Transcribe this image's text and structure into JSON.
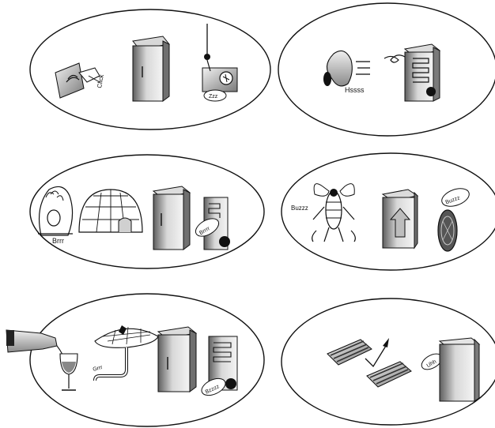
{
  "panels": [
    {
      "id": "wall-switch",
      "sound_labels": {
        "switch": "Click",
        "bubble": "Zzz"
      }
    },
    {
      "id": "hair-dryer",
      "sound_labels": {
        "dryer": "Hssss",
        "cable": "",
        "fridge": ""
      }
    },
    {
      "id": "cold-house",
      "sound_labels": {
        "cold": "Brrr",
        "bubble": "Brrrr"
      }
    },
    {
      "id": "insect",
      "sound_labels": {
        "insect": "Buzzz",
        "bubble": "Buzzz"
      }
    },
    {
      "id": "wine-spill",
      "sound_labels": {
        "spill": "Grrr",
        "bubble": "Bzzzz"
      }
    },
    {
      "id": "vents",
      "sound_labels": {
        "vent": "",
        "bubble": "Uhh"
      }
    }
  ],
  "colors": {
    "outline": "#111111",
    "metal_dark": "#6e6e6e",
    "metal_light": "#e6e6e6",
    "background": "#ffffff"
  }
}
